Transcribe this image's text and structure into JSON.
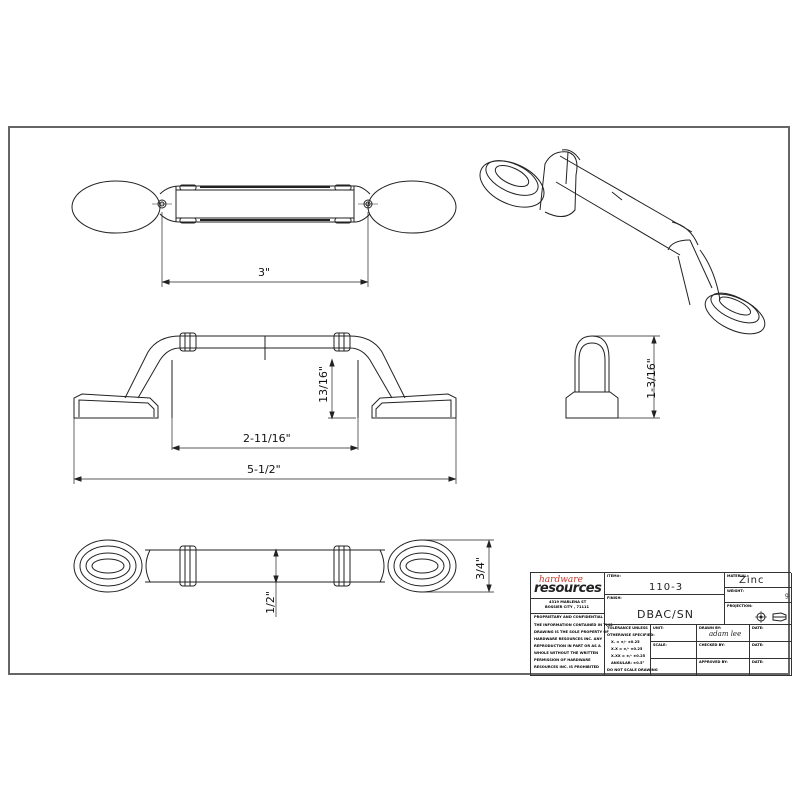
{
  "drawing": {
    "views": {
      "top": {
        "dimension_label": "3\""
      },
      "front": {
        "height_label": "13/16\"",
        "inner_span_label": "2-11/16\"",
        "overall_length_label": "5-1/2\""
      },
      "side": {
        "height_label": "1-3/16\""
      },
      "bottom": {
        "bar_width_label": "1/2\"",
        "foot_width_label": "3/4\""
      },
      "isometric": {
        "description": "isometric-view"
      }
    }
  },
  "title_block": {
    "logo": {
      "line1": "hardware",
      "line2": "resources"
    },
    "address": [
      "4319 MARLENA ST",
      "BOSSIER CITY , 71111"
    ],
    "proprietary_header": "PROPRIETARY AND CONFIDENTIAL",
    "proprietary_text": [
      "THE INFORMATION CONTAINED IN THIS",
      "DRAWING IS THE SOLE PROPERTY OF",
      "HARDWARE RESOURCES INC. ANY",
      "REPRODUCTION IN PART OR AS A",
      "WHOLE WITHOUT THE WRITTEN",
      "PERMISSION OF HARDWARE",
      "RESOURCES INC. IS PROHIBITED"
    ],
    "item_label": "ITEM#:",
    "item_value": "110-3",
    "finish_label": "FINISH:",
    "finish_value": "DBAC/SN",
    "material_label": "MATERIAL:",
    "material_value": "Zinc",
    "weight_label": "WEIGHT:",
    "weight_value": "g",
    "projection_label": "PROJECTION:",
    "tolerance": [
      "TOLERANCE UNLESS",
      "OTHERWISE SPECIFIED:",
      "X. = ±/- ±0.25",
      "X.X = ±/- ±0.25",
      "X.XX = ±/- ±0.25",
      "ANGULAR: ±0.5°",
      "DO NOT SCALE DRAWING"
    ],
    "unit_label": "UNIT:",
    "scale_label": "SCALE:",
    "drawn_by_label": "DRAWN BY:",
    "drawn_by_signature": "adam lee",
    "checked_by_label": "CHECKED BY:",
    "approved_by_label": "APPROVED BY:",
    "date_label": "DATE:"
  }
}
